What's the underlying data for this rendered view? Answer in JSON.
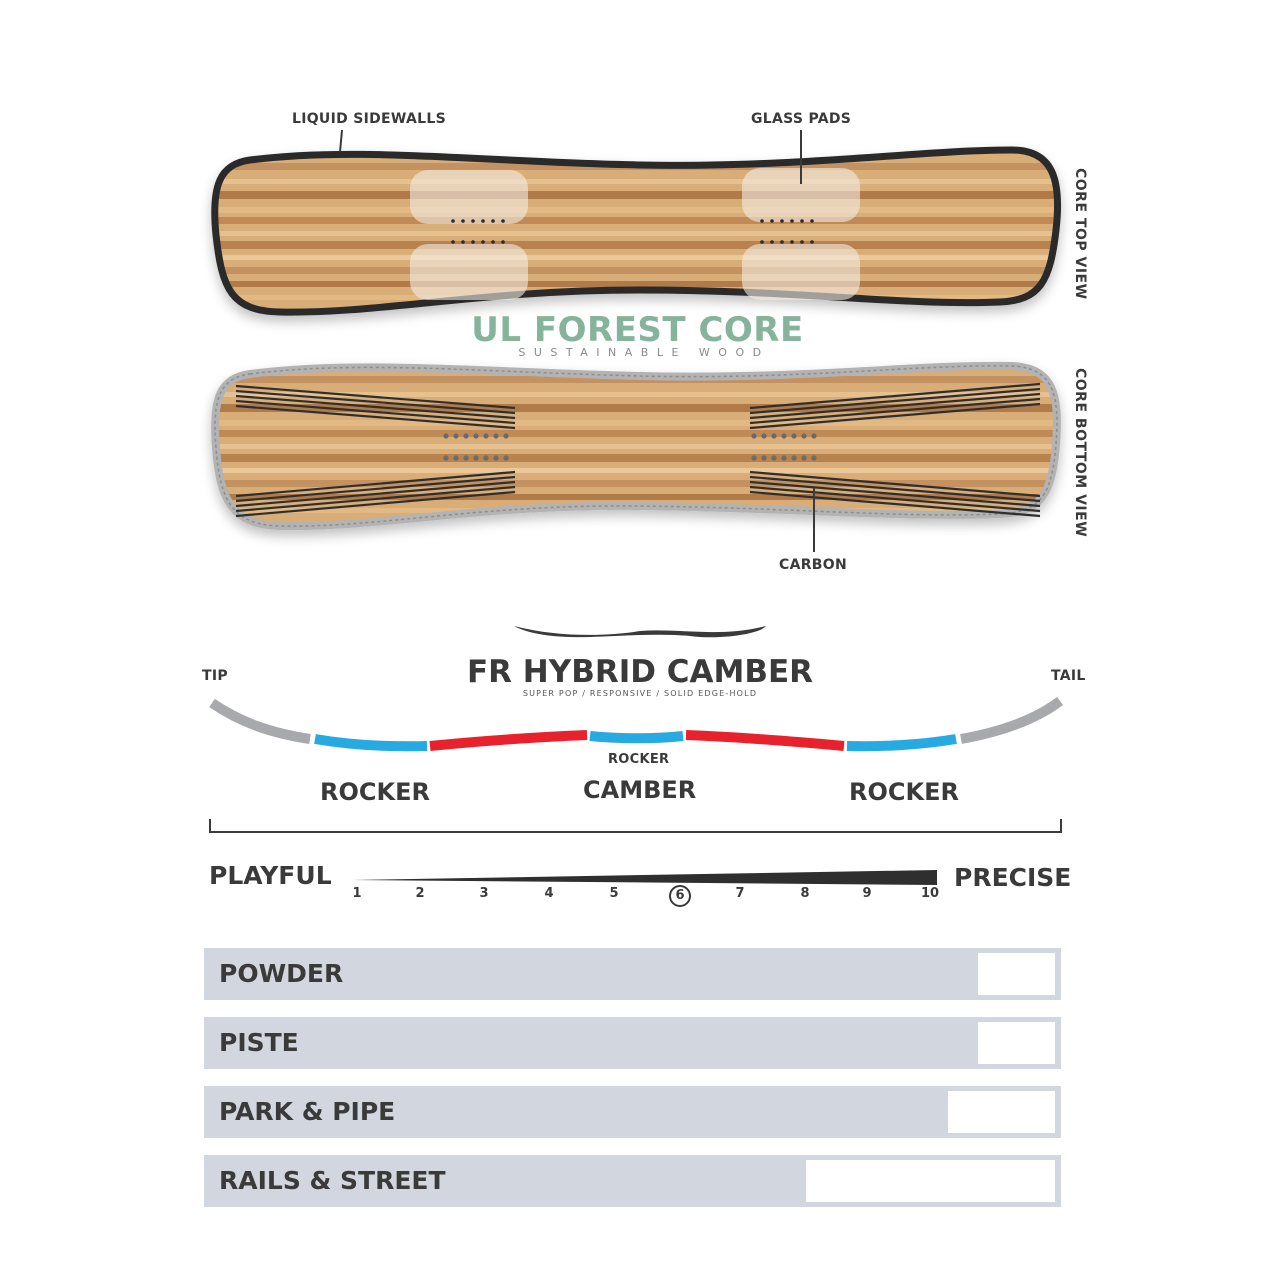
{
  "core": {
    "labels": {
      "liquid_sidewalls": "LIQUID SIDEWALLS",
      "glass_pads": "GLASS PADS",
      "carbon": "CARBON",
      "core_top_view": "CORE TOP VIEW",
      "core_bottom_view": "CORE BOTTOM VIEW"
    },
    "title": "UL FOREST CORE",
    "subtitle": "SUSTAINABLE WOOD"
  },
  "profile": {
    "title": "FR HYBRID CAMBER",
    "subtitle": "SUPER POP / RESPONSIVE / SOLID EDGE-HOLD",
    "tip_label": "TIP",
    "tail_label": "TAIL",
    "zones": [
      {
        "label": "ROCKER",
        "color": "#27a9e1"
      },
      {
        "label": "CAMBER",
        "color": "#e8222d"
      },
      {
        "label": "ROCKER",
        "color": "#27a9e1"
      }
    ],
    "center_label": "ROCKER",
    "tip_tail_color": "#a7a9ac"
  },
  "flex": {
    "left_label": "PLAYFUL",
    "right_label": "PRECISE",
    "ticks": [
      "1",
      "2",
      "3",
      "4",
      "5",
      "6",
      "7",
      "8",
      "9",
      "10"
    ],
    "selected": 6
  },
  "terrain": [
    {
      "label": "POWDER",
      "empty": 0.09
    },
    {
      "label": "PISTE",
      "empty": 0.09
    },
    {
      "label": "PARK & PIPE",
      "empty": 0.125
    },
    {
      "label": "RAILS & STREET",
      "empty": 0.29
    }
  ],
  "colors": {
    "wood_light": "#d9ad78",
    "wood_dark": "#b07a48",
    "core_title": "#86b39b",
    "bar_bg": "#d2d6df"
  }
}
